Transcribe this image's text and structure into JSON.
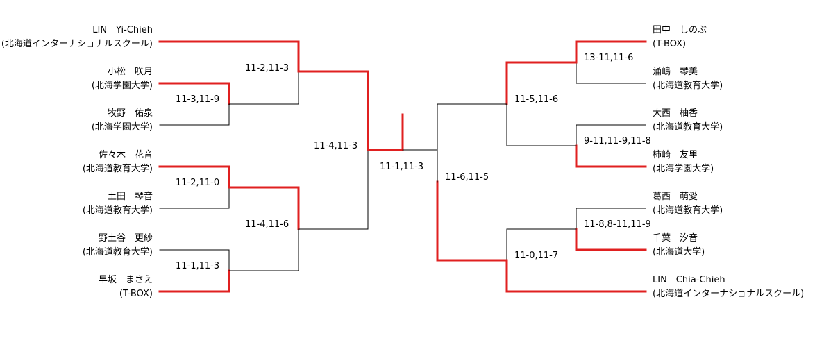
{
  "players": {
    "left": [
      {
        "name": "LIN　Yi-Chieh",
        "affiliation": "(北海道インターナショナルスクール)"
      },
      {
        "name": "小松　咲月",
        "affiliation": "(北海学園大学)"
      },
      {
        "name": "牧野　佑泉",
        "affiliation": "(北海学園大学)"
      },
      {
        "name": "佐々木　花音",
        "affiliation": "(北海道教育大学)"
      },
      {
        "name": "土田　琴音",
        "affiliation": "(北海道教育大学)"
      },
      {
        "name": "野土谷　更紗",
        "affiliation": "(北海道教育大学)"
      },
      {
        "name": "早坂　まさえ",
        "affiliation": "(T-BOX)"
      }
    ],
    "right": [
      {
        "name": "田中　しのぶ",
        "affiliation": "(T-BOX)"
      },
      {
        "name": "涌嶋　琴美",
        "affiliation": "(北海道教育大学)"
      },
      {
        "name": "大西　柚香",
        "affiliation": "(北海道教育大学)"
      },
      {
        "name": "柿崎　友里",
        "affiliation": "(北海学園大学)"
      },
      {
        "name": "葛西　萌愛",
        "affiliation": "(北海道教育大学)"
      },
      {
        "name": "千葉　汐音",
        "affiliation": "(北海道大学)"
      },
      {
        "name": "LIN　Chia-Chieh",
        "affiliation": "(北海道インターナショナルスクール)"
      }
    ]
  },
  "scores": {
    "l_r1_a": "11-3,11-9",
    "l_r1_b": "11-2,11-0",
    "l_r1_c": "11-1,11-3",
    "l_r2_a": "11-2,11-3",
    "l_r2_b": "11-4,11-6",
    "l_sf": "11-4,11-3",
    "final": "11-1,11-3",
    "r_r1_a": "13-11,11-6",
    "r_r1_b": "9-11,11-9,11-8",
    "r_r1_c": "11-8,8-11,11-9",
    "r_r2_a": "11-5,11-6",
    "r_r2_b": "11-0,11-7",
    "r_sf": "11-6,11-5"
  },
  "colors": {
    "winner_line": "#e02020",
    "loser_line": "#000000"
  }
}
